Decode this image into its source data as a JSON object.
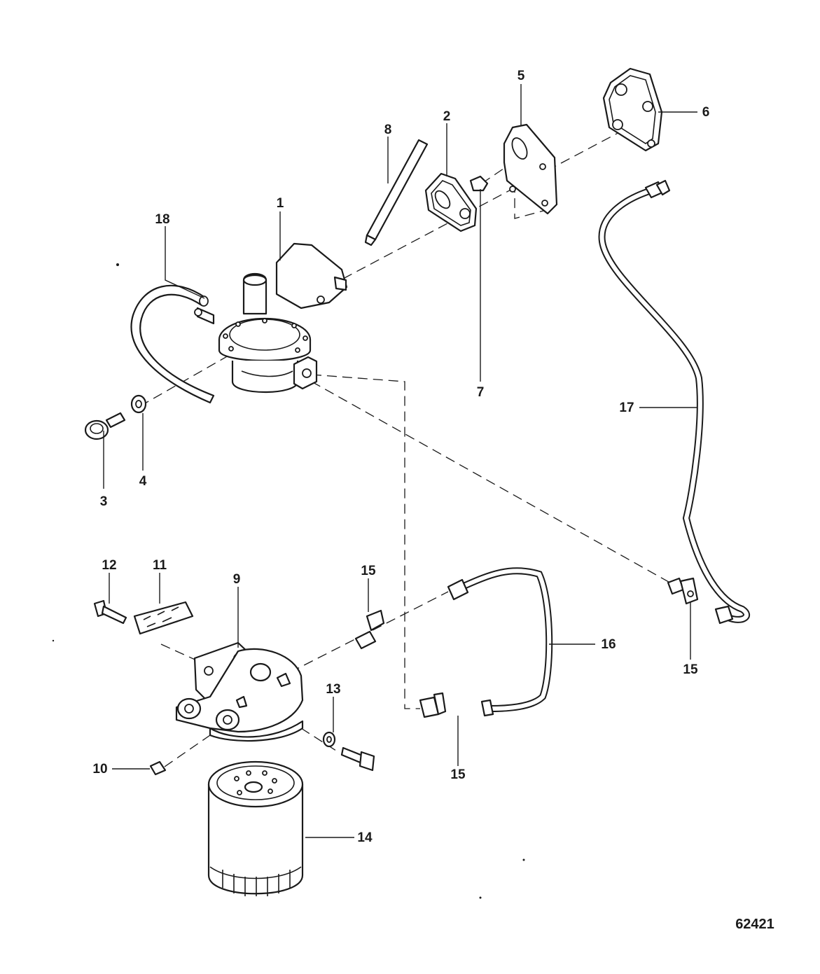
{
  "callouts": {
    "c1": "1",
    "c2": "2",
    "c3": "3",
    "c4": "4",
    "c5": "5",
    "c6": "6",
    "c7": "7",
    "c8": "8",
    "c9": "9",
    "c10": "10",
    "c11": "11",
    "c12": "12",
    "c13": "13",
    "c14": "14",
    "c15a": "15",
    "c15b": "15",
    "c15c": "15",
    "c16": "16",
    "c17": "17",
    "c18": "18"
  },
  "figure_number": "62421"
}
